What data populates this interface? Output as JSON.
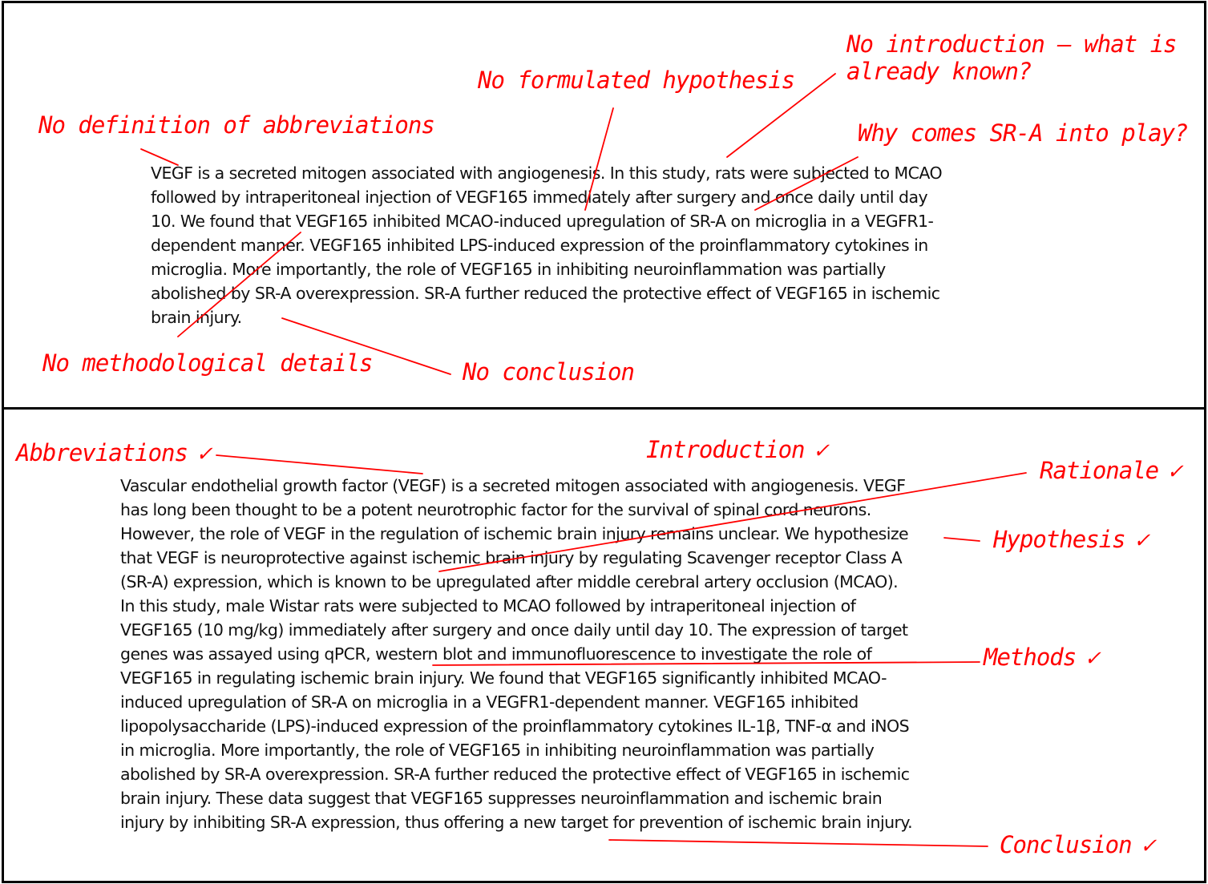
{
  "before": {
    "abstract_lines": [
      "VEGF is a secreted mitogen associated with angiogenesis. In this study, rats were subjected to MCAO",
      "followed by intraperitoneal injection of VEGF165 immediately after surgery and once daily until day",
      "10. We found that VEGF165 inhibited MCAO-induced upregulation of SR-A on microglia in a VEGFR1-",
      "dependent manner. VEGF165 inhibited LPS-induced expression of the proinflammatory cytokines in",
      "microglia. More importantly, the role of VEGF165 in inhibiting neuroinflammation was partially",
      "abolished by SR-A overexpression. SR-A further reduced the protective effect of VEGF165 in ischemic",
      "brain injury."
    ],
    "annotations": {
      "abbreviations": "No definition of abbreviations",
      "hypothesis": "No formulated hypothesis",
      "introduction": "No introduction – what is\nalready known?",
      "rationale": "Why comes SR-A into play?",
      "methods": "No methodological details",
      "conclusion": "No conclusion"
    }
  },
  "after": {
    "abstract_lines": [
      "Vascular endothelial growth factor (VEGF) is a secreted mitogen associated with angiogenesis. VEGF",
      "has long been thought to be a potent neurotrophic factor for the survival of spinal cord neurons.",
      "However, the role of VEGF in the regulation of ischemic brain injury remains unclear. We hypothesize",
      "that VEGF is neuroprotective against ischemic brain injury by regulating Scavenger receptor Class A",
      "(SR-A) expression, which is known to be upregulated after middle cerebral artery occlusion (MCAO).",
      "In this study, male Wistar rats were subjected to MCAO followed by intraperitoneal injection of",
      "VEGF165 (10 mg/kg) immediately after surgery and once daily until day 10. The expression of target",
      "genes was assayed using qPCR, western blot and  immunofluorescence to investigate the role of",
      "VEGF165 in regulating ischemic brain injury. We found that VEGF165 significantly inhibited MCAO-",
      "induced upregulation of SR-A on microglia in a VEGFR1-dependent manner. VEGF165 inhibited",
      "lipopolysaccharide (LPS)-induced expression of the proinflammatory cytokines IL-1β, TNF-α and iNOS",
      "in microglia. More importantly, the role of VEGF165 in inhibiting neuroinflammation was partially",
      "abolished by SR-A overexpression. SR-A further reduced the protective effect of VEGF165 in ischemic",
      "brain injury. These data suggest that VEGF165 suppresses neuroinflammation and ischemic brain",
      "injury by inhibiting SR-A expression, thus offering a new target for prevention of ischemic brain injury."
    ],
    "annotations": {
      "abbreviations": "Abbreviations",
      "introduction": "Introduction",
      "rationale": "Rationale",
      "hypothesis": "Hypothesis",
      "methods": "Methods",
      "conclusion": "Conclusion"
    },
    "check_mark": "✓"
  },
  "colors": {
    "annotation": "#ff0000",
    "border": "#000000",
    "text": "#111111"
  }
}
